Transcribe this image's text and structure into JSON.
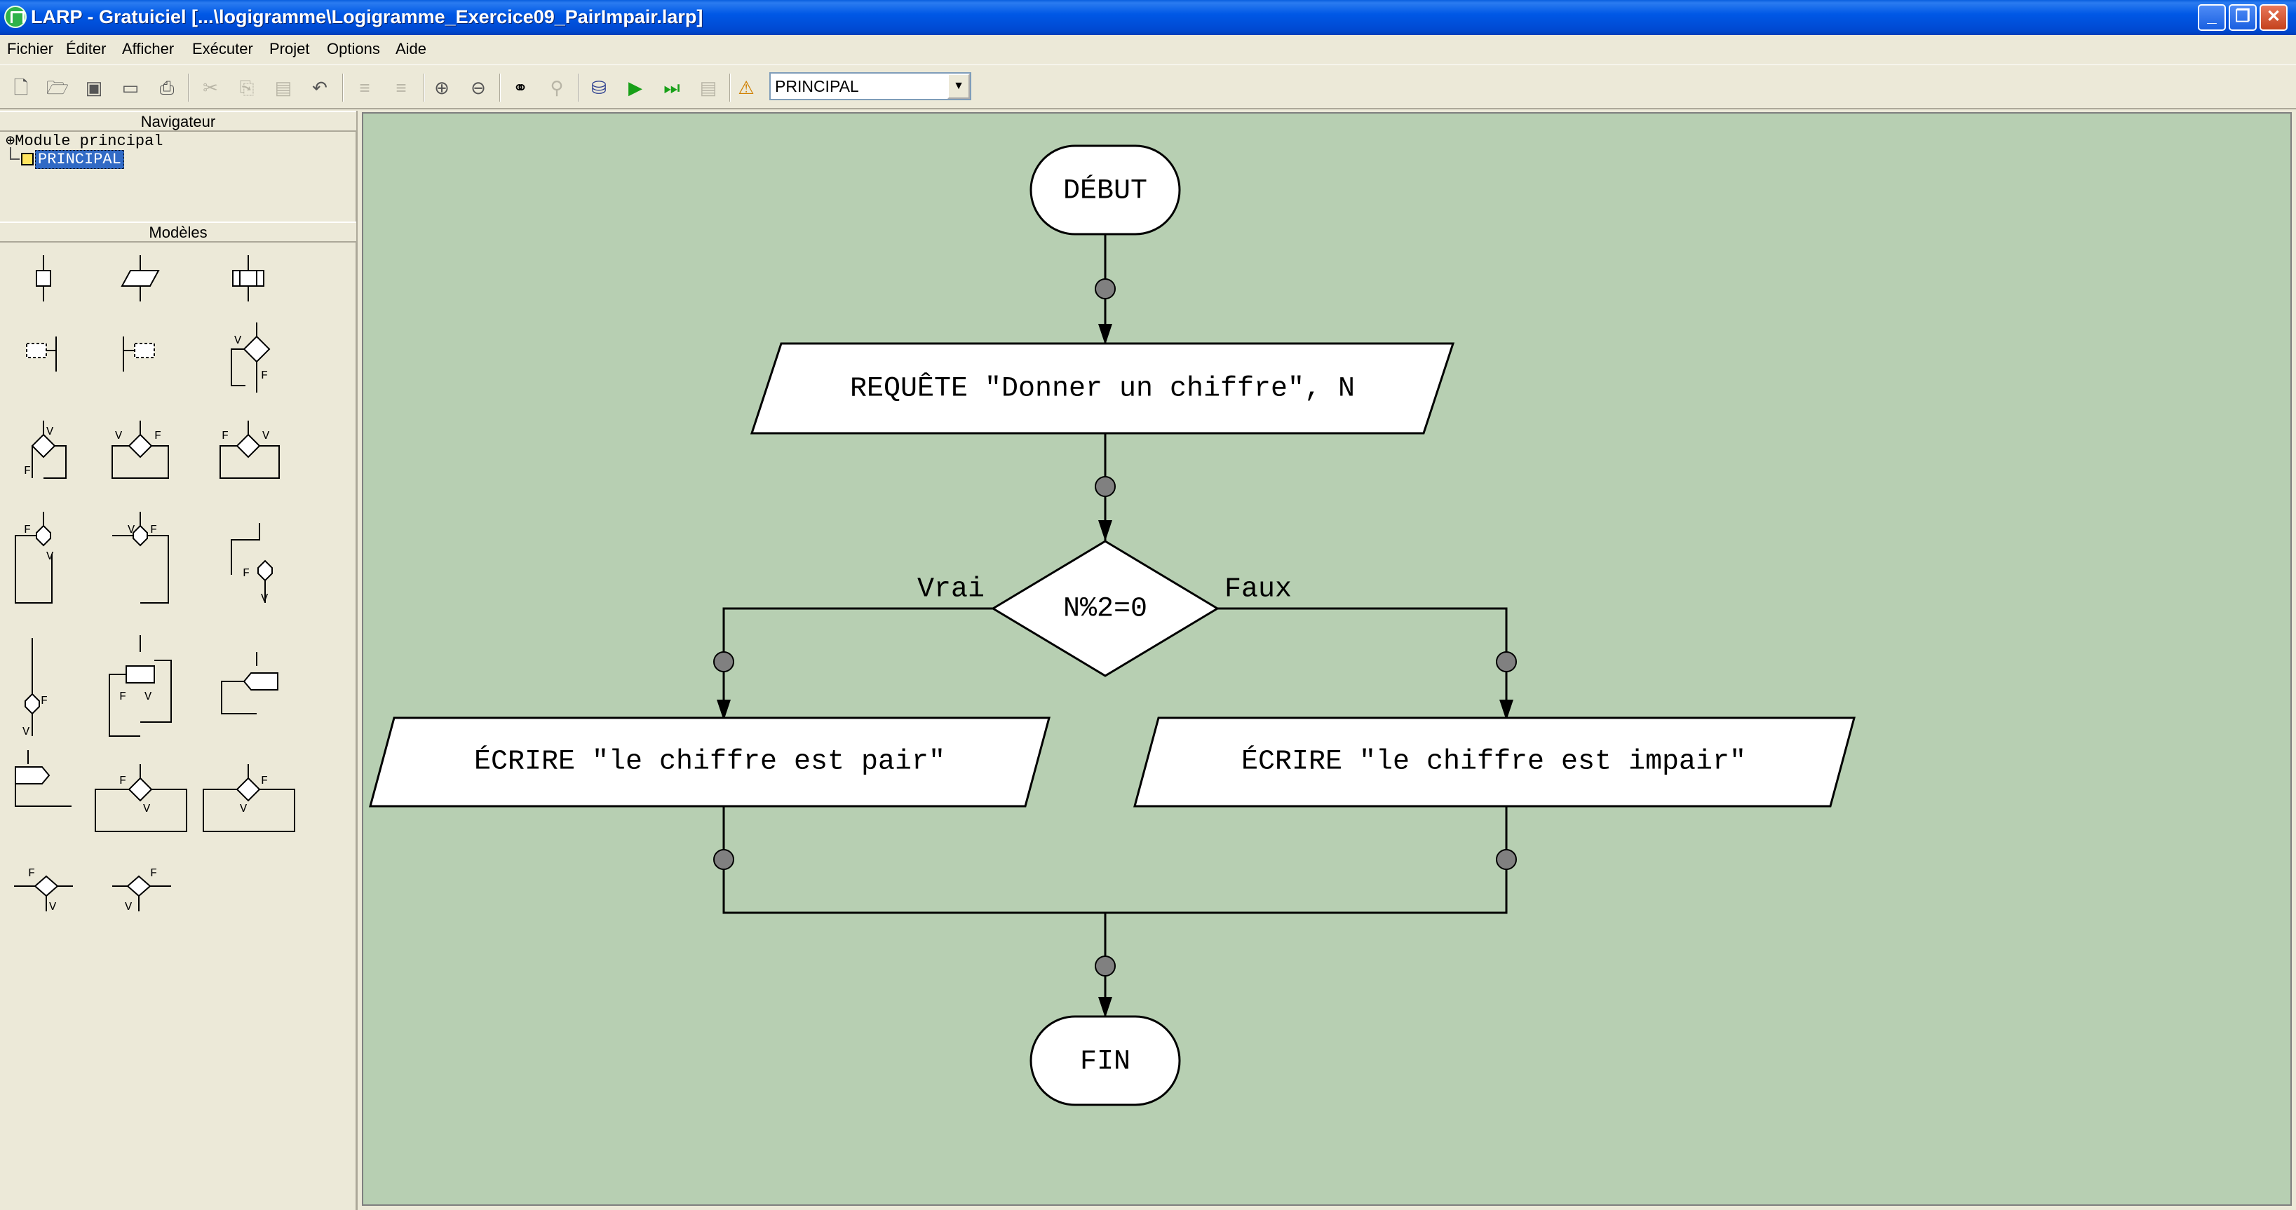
{
  "window": {
    "title": "LARP - Gratuiciel [...\\logigramme\\Logigramme_Exercice09_PairImpair.larp]",
    "minimize": "_",
    "restore": "❐",
    "close": "✕"
  },
  "menu": [
    {
      "label": "Fichier"
    },
    {
      "label": "Éditer"
    },
    {
      "label": "Afficher"
    },
    {
      "label": "Exécuter"
    },
    {
      "label": "Projet"
    },
    {
      "label": "Options"
    },
    {
      "label": "Aide"
    }
  ],
  "toolbar": {
    "icons": [
      "new-icon",
      "open-icon",
      "save-icon",
      "folder-icon",
      "print-icon",
      "cut-icon",
      "copy-icon",
      "paste-icon",
      "undo-icon",
      "indent-icon",
      "outdent-icon",
      "zoom-in-icon",
      "zoom-out-icon",
      "find-icon",
      "replace-icon",
      "compile-icon",
      "run-icon",
      "step-icon",
      "console-icon",
      "debug-icon"
    ],
    "module_selected": "PRINCIPAL"
  },
  "navigator": {
    "header": "Navigateur",
    "root": "Module principal",
    "child": "PRINCIPAL"
  },
  "models": {
    "header": "Modèles"
  },
  "flowchart": {
    "start": "DÉBUT",
    "input": "REQUÊTE \"Donner un chiffre\", N",
    "condition": "N%2=0",
    "true_label": "Vrai",
    "false_label": "Faux",
    "true_branch": "ÉCRIRE \"le chiffre est pair\"",
    "false_branch": "ÉCRIRE \"le chiffre est impair\"",
    "end": "FIN"
  },
  "colors": {
    "canvas": "#b7cfb2",
    "titlebar": "#0058e6",
    "connector": "#808080"
  }
}
